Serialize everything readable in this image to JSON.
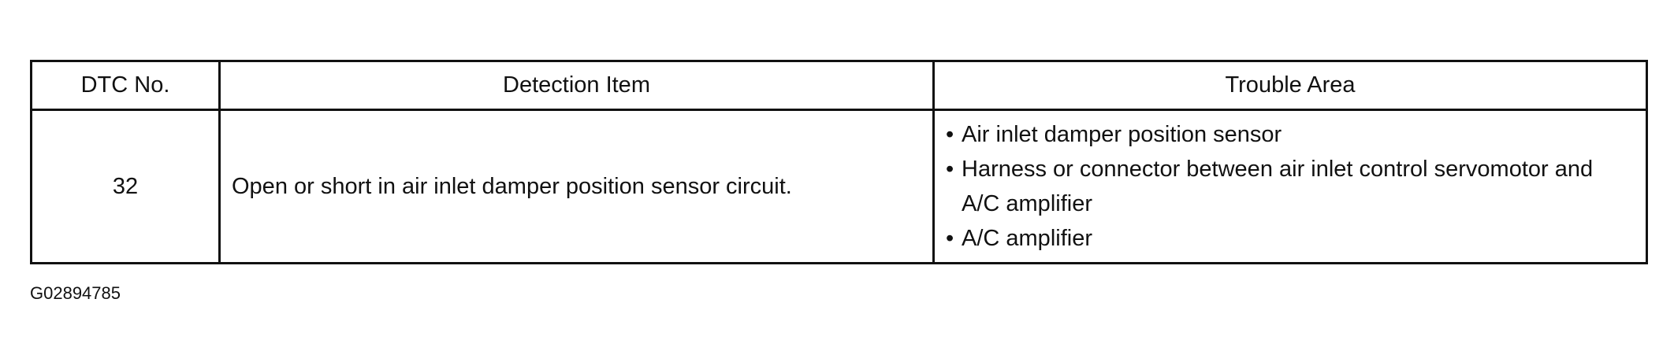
{
  "table": {
    "headers": {
      "dtc_no": "DTC No.",
      "detection_item": "Detection Item",
      "trouble_area": "Trouble Area"
    },
    "rows": [
      {
        "dtc_no": "32",
        "detection_item": "Open or short in air inlet damper position sensor circuit.",
        "trouble_area": [
          "Air inlet damper position sensor",
          "Harness or connector between air inlet control servomotor and A/C amplifier",
          "A/C amplifier"
        ]
      }
    ]
  },
  "bullet_glyph": "•",
  "figure_id": "G02894785"
}
